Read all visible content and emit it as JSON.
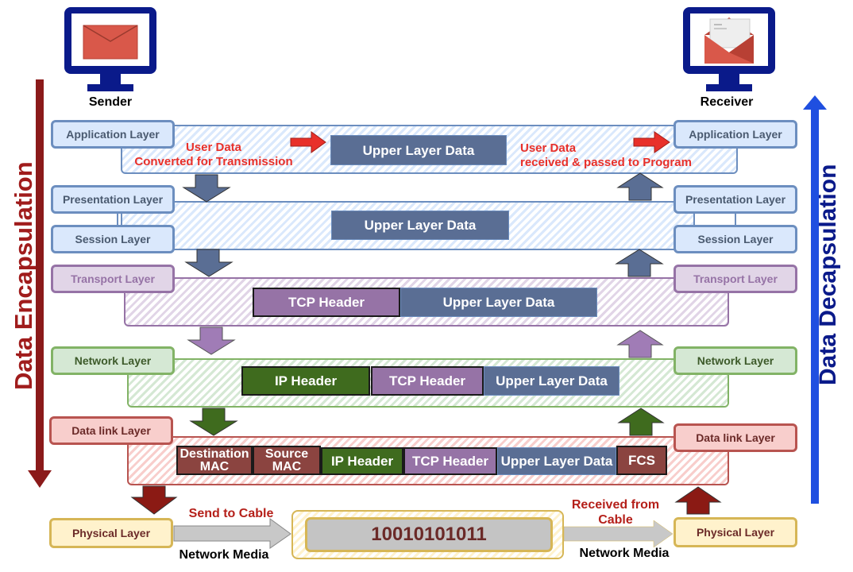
{
  "endpoints": {
    "sender": {
      "label": "Sender",
      "icon": "monitor-closed-envelope-icon"
    },
    "receiver": {
      "label": "Receiver",
      "icon": "monitor-open-envelope-icon"
    }
  },
  "side_labels": {
    "encapsulation": "Data Encapsulation",
    "decapsulation": "Data Decapsulation"
  },
  "layers": {
    "application": "Application Layer",
    "presentation": "Presentation Layer",
    "session": "Session Layer",
    "transport": "Transport Layer",
    "network": "Network Layer",
    "datalink": "Data link Layer",
    "physical": "Physical Layer"
  },
  "application_band": {
    "sender_note_line1": "User Data",
    "sender_note_line2": "Converted for Transmission",
    "receiver_note_line1": "User Data",
    "receiver_note_line2": "received & passed to Program"
  },
  "segments": {
    "upper_layer_data": "Upper Layer Data",
    "tcp_header": "TCP Header",
    "ip_header": "IP Header",
    "destination_mac_line1": "Destination",
    "destination_mac_line2": "MAC",
    "source_mac_line1": "Source",
    "source_mac_line2": "MAC",
    "fcs": "FCS"
  },
  "physical": {
    "send_label": "Send to Cable",
    "receive_label_line1": "Received from",
    "receive_label_line2": "Cable",
    "media_label": "Network Media",
    "bits": "10010101011"
  },
  "colors": {
    "encapsulation_arrow": "#8b1a1a",
    "decapsulation_arrow": "#1f4fe0",
    "monitor": "#0a1a8a",
    "envelope": "#d9584a",
    "note_red": "#e8302a"
  }
}
